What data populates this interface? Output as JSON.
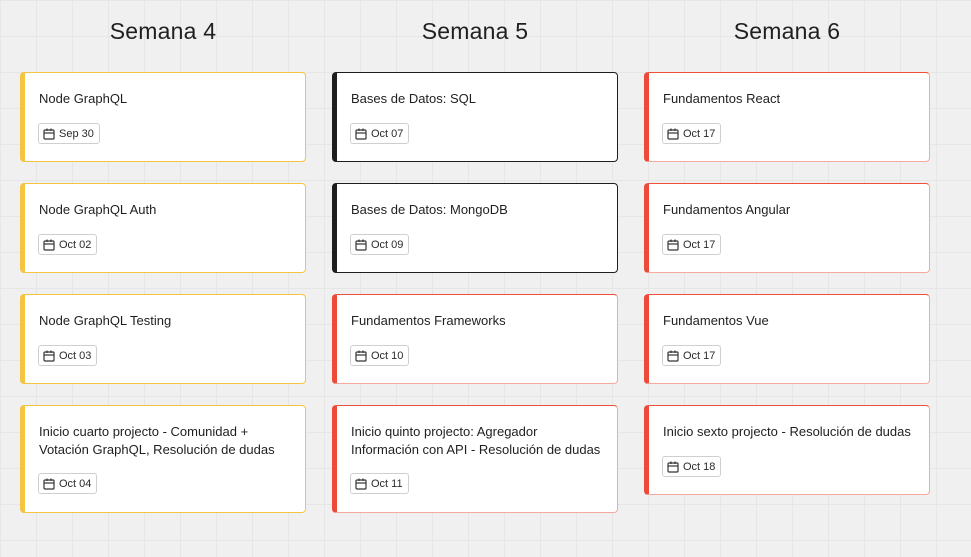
{
  "columns": [
    {
      "title": "Semana 4",
      "cards": [
        {
          "title": "Node GraphQL",
          "date": "Sep 30",
          "color": "#f5c542"
        },
        {
          "title": "Node GraphQL Auth",
          "date": "Oct 02",
          "color": "#f5c542"
        },
        {
          "title": "Node GraphQL Testing",
          "date": "Oct 03",
          "color": "#f5c542"
        },
        {
          "title": "Inicio cuarto projecto - Comunidad + Votación GraphQL, Resolución de dudas",
          "date": "Oct 04",
          "color": "#f5c542"
        }
      ]
    },
    {
      "title": "Semana 5",
      "cards": [
        {
          "title": "Bases de Datos: SQL",
          "date": "Oct 07",
          "color": "#1e1e1e"
        },
        {
          "title": "Bases de Datos: MongoDB",
          "date": "Oct 09",
          "color": "#1e1e1e"
        },
        {
          "title": "Fundamentos Frameworks",
          "date": "Oct 10",
          "color": "#ee4a39"
        },
        {
          "title": "Inicio quinto projecto: Agregador Información con API - Resolución de dudas",
          "date": "Oct 11",
          "color": "#ee4a39"
        }
      ]
    },
    {
      "title": "Semana 6",
      "cards": [
        {
          "title": "Fundamentos React",
          "date": "Oct 17",
          "color": "#ee4a39"
        },
        {
          "title": "Fundamentos Angular",
          "date": "Oct 17",
          "color": "#ee4a39"
        },
        {
          "title": "Fundamentos Vue",
          "date": "Oct 17",
          "color": "#ee4a39"
        },
        {
          "title": "Inicio sexto projecto - Resolución de dudas",
          "date": "Oct 18",
          "color": "#ee4a39"
        }
      ]
    }
  ],
  "icons": {
    "date": "calendar-icon"
  }
}
